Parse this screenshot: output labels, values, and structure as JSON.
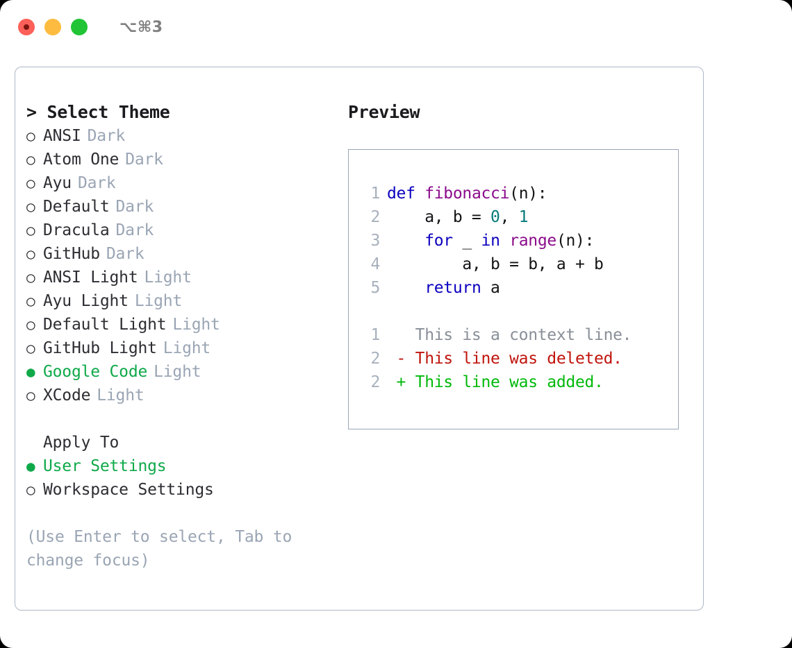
{
  "titlebar": {
    "shortcut": "⌥⌘3",
    "buttons": [
      "close",
      "minimize",
      "maximize"
    ]
  },
  "left": {
    "header": "> Select Theme",
    "selected_bullet": "●",
    "unselected_bullet": "○",
    "themes": [
      {
        "name": "ANSI",
        "variant": "Dark",
        "selected": false
      },
      {
        "name": "Atom One",
        "variant": "Dark",
        "selected": false
      },
      {
        "name": "Ayu",
        "variant": "Dark",
        "selected": false
      },
      {
        "name": "Default",
        "variant": "Dark",
        "selected": false
      },
      {
        "name": "Dracula",
        "variant": "Dark",
        "selected": false
      },
      {
        "name": "GitHub",
        "variant": "Dark",
        "selected": false
      },
      {
        "name": "ANSI Light",
        "variant": "Light",
        "selected": false
      },
      {
        "name": "Ayu Light",
        "variant": "Light",
        "selected": false
      },
      {
        "name": "Default Light",
        "variant": "Light",
        "selected": false
      },
      {
        "name": "GitHub Light",
        "variant": "Light",
        "selected": false
      },
      {
        "name": "Google Code",
        "variant": "Light",
        "selected": true
      },
      {
        "name": "XCode",
        "variant": "Light",
        "selected": false
      }
    ],
    "apply_header": "Apply To",
    "apply_options": [
      {
        "name": "User Settings",
        "selected": true
      },
      {
        "name": "Workspace Settings",
        "selected": false
      }
    ],
    "hint": "(Use Enter to select, Tab to change focus)"
  },
  "right": {
    "title": "Preview",
    "code_lines": [
      {
        "no": "1",
        "tokens": [
          {
            "t": "def ",
            "c": "kw"
          },
          {
            "t": "fibonacci",
            "c": "fn"
          },
          {
            "t": "(n):",
            "c": "pl"
          }
        ]
      },
      {
        "no": "2",
        "tokens": [
          {
            "t": "    a, b = ",
            "c": "pl"
          },
          {
            "t": "0",
            "c": "num"
          },
          {
            "t": ", ",
            "c": "pl"
          },
          {
            "t": "1",
            "c": "num"
          }
        ]
      },
      {
        "no": "3",
        "tokens": [
          {
            "t": "    ",
            "c": "pl"
          },
          {
            "t": "for",
            "c": "kw"
          },
          {
            "t": " _ ",
            "c": "pl"
          },
          {
            "t": "in",
            "c": "kw"
          },
          {
            "t": " ",
            "c": "pl"
          },
          {
            "t": "range",
            "c": "fn"
          },
          {
            "t": "(n):",
            "c": "pl"
          }
        ]
      },
      {
        "no": "4",
        "tokens": [
          {
            "t": "        a, b = b, a + b",
            "c": "pl"
          }
        ]
      },
      {
        "no": "5",
        "tokens": [
          {
            "t": "    ",
            "c": "pl"
          },
          {
            "t": "return",
            "c": "kw"
          },
          {
            "t": " a",
            "c": "pl"
          }
        ]
      }
    ],
    "diff_lines": [
      {
        "no": "1",
        "marker": "  ",
        "text": "This is a context line.",
        "kind": "ctx"
      },
      {
        "no": "2",
        "marker": "- ",
        "text": "This line was deleted.",
        "kind": "del"
      },
      {
        "no": "2",
        "marker": "+ ",
        "text": "This line was added.",
        "kind": "add"
      }
    ]
  },
  "colors": {
    "accent_green": "#0fa94a",
    "muted": "#9aa5b4",
    "keyword": "#0b00bf",
    "function": "#8b0c8b",
    "number": "#057a7a",
    "diff_delete": "#c0140c",
    "diff_add": "#00b90a",
    "border": "#aeb8c6"
  }
}
